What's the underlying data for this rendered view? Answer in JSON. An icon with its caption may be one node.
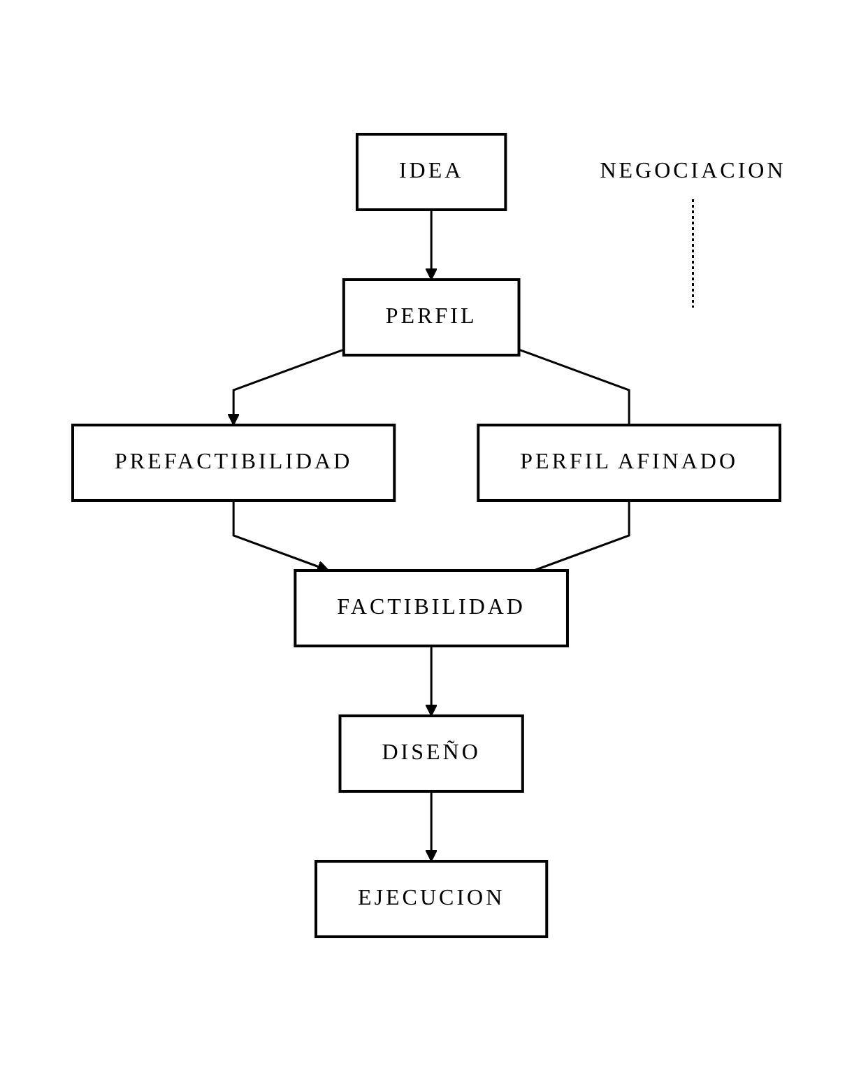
{
  "diagram": {
    "nodes": [
      {
        "text": [
          "IDEA"
        ]
      },
      {
        "text": [
          "PERFIL"
        ]
      },
      {
        "text": [
          "PREFACTIBILIDAD"
        ]
      },
      {
        "text": [
          "PERFIL AFINADO"
        ]
      },
      {
        "text": [
          "FACTIBILIDAD"
        ]
      },
      {
        "text": [
          "DISEÑO"
        ]
      },
      {
        "text": [
          "EJECUCION"
        ]
      },
      {
        "text": [
          "NEGOCIACION"
        ]
      }
    ],
    "edges": [
      {
        "from": 0,
        "to": 1,
        "arrow": "to"
      },
      {
        "from": 1,
        "to": 2,
        "arrow": "to"
      },
      {
        "from": 1,
        "to": 3,
        "arrow": "none"
      },
      {
        "from": 2,
        "to": 4,
        "arrow": "to"
      },
      {
        "from": 3,
        "to": 4,
        "arrow": "none"
      },
      {
        "from": 4,
        "to": 5,
        "arrow": "to"
      },
      {
        "from": 5,
        "to": 6,
        "arrow": "to"
      },
      {
        "from": 7,
        "to": null,
        "arrow": "none",
        "style": "dashed"
      }
    ]
  }
}
